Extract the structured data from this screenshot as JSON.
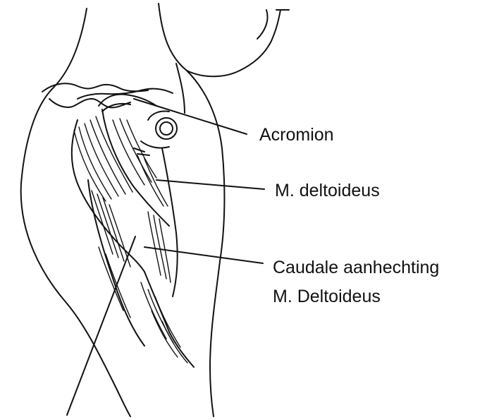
{
  "labels": {
    "acromion": "Acromion",
    "deltoideus": "M. deltoideus",
    "caudale_line1": "Caudale aanhechting",
    "caudale_line2": "M. Deltoideus"
  },
  "colors": {
    "ink": "#111111",
    "background": "#ffffff"
  }
}
